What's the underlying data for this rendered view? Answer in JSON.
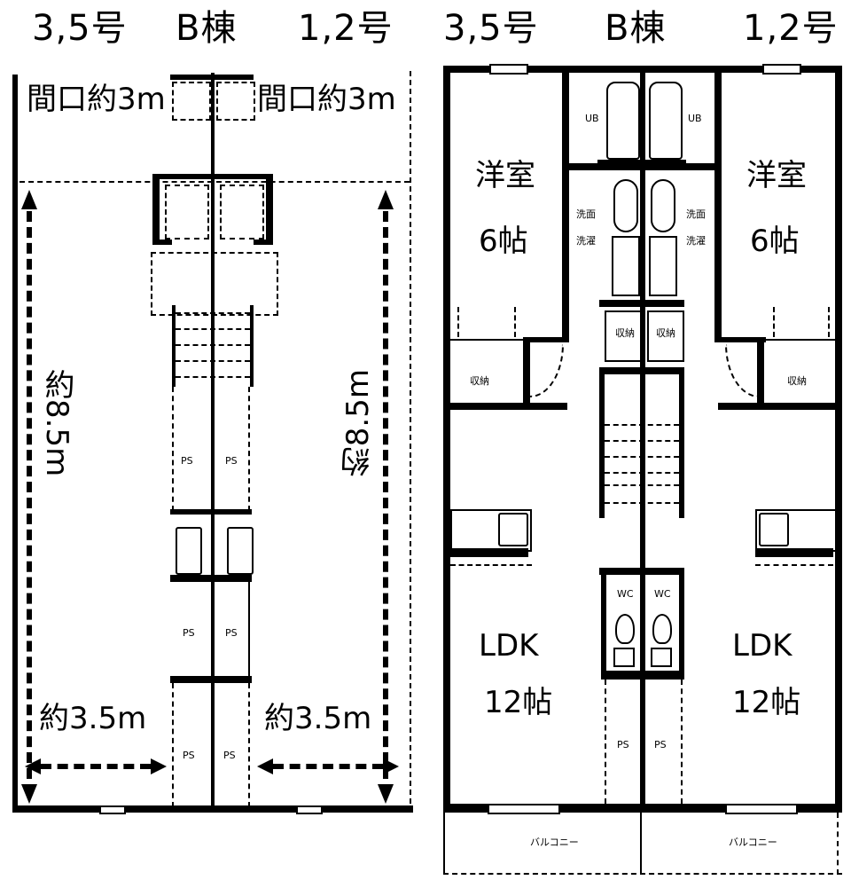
{
  "header": {
    "left": {
      "units_left": "3,5号",
      "building": "B棟",
      "units_right": "1,2号"
    },
    "right": {
      "units_left": "3,5号",
      "building": "B棟",
      "units_right": "1,2号"
    }
  },
  "first_floor": {
    "frontage_left": "間口約3m",
    "frontage_right": "間口約3m",
    "depth_left": "約8.5m",
    "depth_right": "約8.5m",
    "width_left": "約3.5m",
    "width_right": "約3.5m",
    "stair_labels": [
      "PS",
      "PS",
      "PS",
      "PS",
      "PS",
      "PS"
    ]
  },
  "second_floor": {
    "units": [
      {
        "side": "left",
        "bedroom": {
          "name": "洋室",
          "size": "6帖"
        },
        "closet": "収納",
        "bath": "UB",
        "washroom": "洗面",
        "washer": "洗濯",
        "toilet": "WC",
        "storage": "収納",
        "ldk": {
          "name": "LDK",
          "size": "12帖"
        },
        "balcony": "バルコニー",
        "entrance_label": "PS"
      },
      {
        "side": "right",
        "bedroom": {
          "name": "洋室",
          "size": "6帖"
        },
        "closet": "収納",
        "bath": "UB",
        "washroom": "洗面",
        "washer": "洗濯",
        "toilet": "WC",
        "storage": "収納",
        "ldk": {
          "name": "LDK",
          "size": "12帖"
        },
        "balcony": "バルコニー",
        "entrance_label": "PS"
      }
    ]
  }
}
